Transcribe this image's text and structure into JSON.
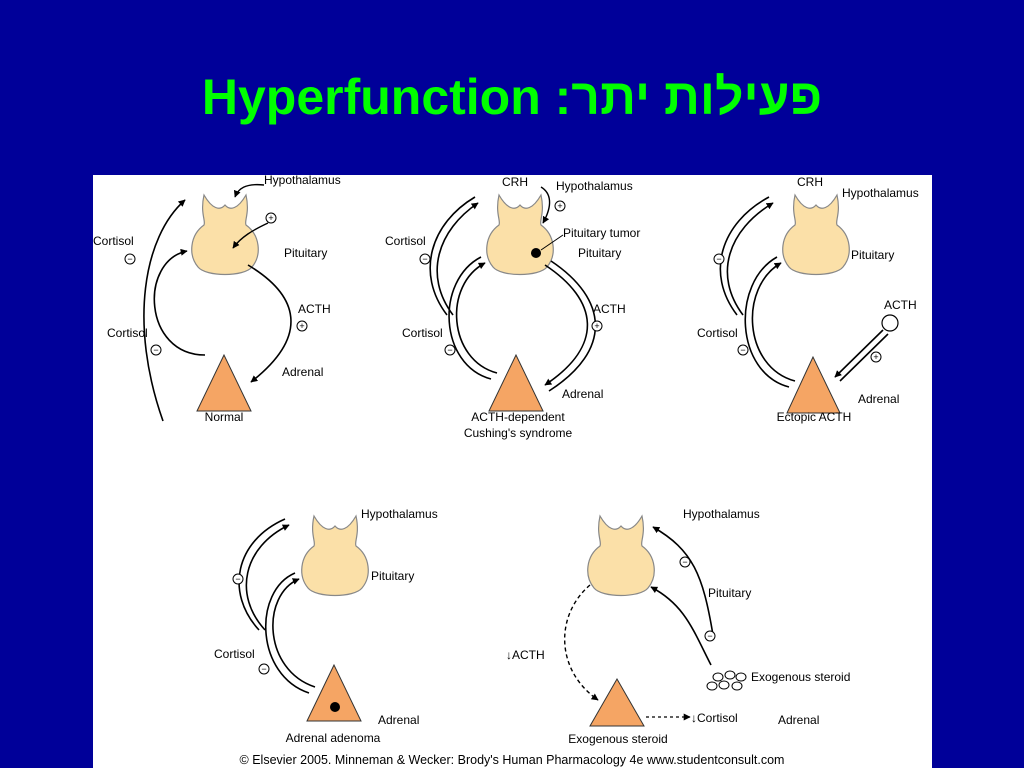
{
  "title": "Hyperfunction :פעילות יתר",
  "panels": {
    "normal": {
      "hypothalamus": "Hypothalamus",
      "cortisol_top": "Cortisol",
      "pituitary": "Pituitary",
      "acth": "ACTH",
      "cortisol_bottom": "Cortisol",
      "adrenal": "Adrenal",
      "caption": "Normal"
    },
    "acth_dependent": {
      "crh": "CRH",
      "hypothalamus": "Hypothalamus",
      "tumor": "Pituitary tumor",
      "pituitary": "Pituitary",
      "cortisol_top": "Cortisol",
      "acth": "ACTH",
      "cortisol_bottom": "Cortisol",
      "adrenal": "Adrenal",
      "caption_1": "ACTH-dependent",
      "caption_2": "Cushing's syndrome"
    },
    "ectopic": {
      "crh": "CRH",
      "hypothalamus": "Hypothalamus",
      "pituitary": "Pituitary",
      "acth": "ACTH",
      "cortisol": "Cortisol",
      "adrenal": "Adrenal",
      "caption": "Ectopic ACTH"
    },
    "adenoma": {
      "hypothalamus": "Hypothalamus",
      "pituitary": "Pituitary",
      "cortisol": "Cortisol",
      "adrenal": "Adrenal",
      "caption": "Adrenal adenoma"
    },
    "exogenous": {
      "hypothalamus": "Hypothalamus",
      "pituitary": "Pituitary",
      "acth": "↓ACTH",
      "steroid": "Exogenous steroid",
      "cortisol": "↓Cortisol",
      "adrenal": "Adrenal",
      "caption": "Exogenous steroid"
    }
  },
  "signs": {
    "plus": "+",
    "minus": "−"
  },
  "credit": "© Elsevier 2005. Minneman & Wecker: Brody's Human Pharmacology 4e www.studentconsult.com",
  "colors": {
    "background": "#000099",
    "title": "#00ff00",
    "gland": "#fbe0a8",
    "adrenal": "#f5a564"
  }
}
